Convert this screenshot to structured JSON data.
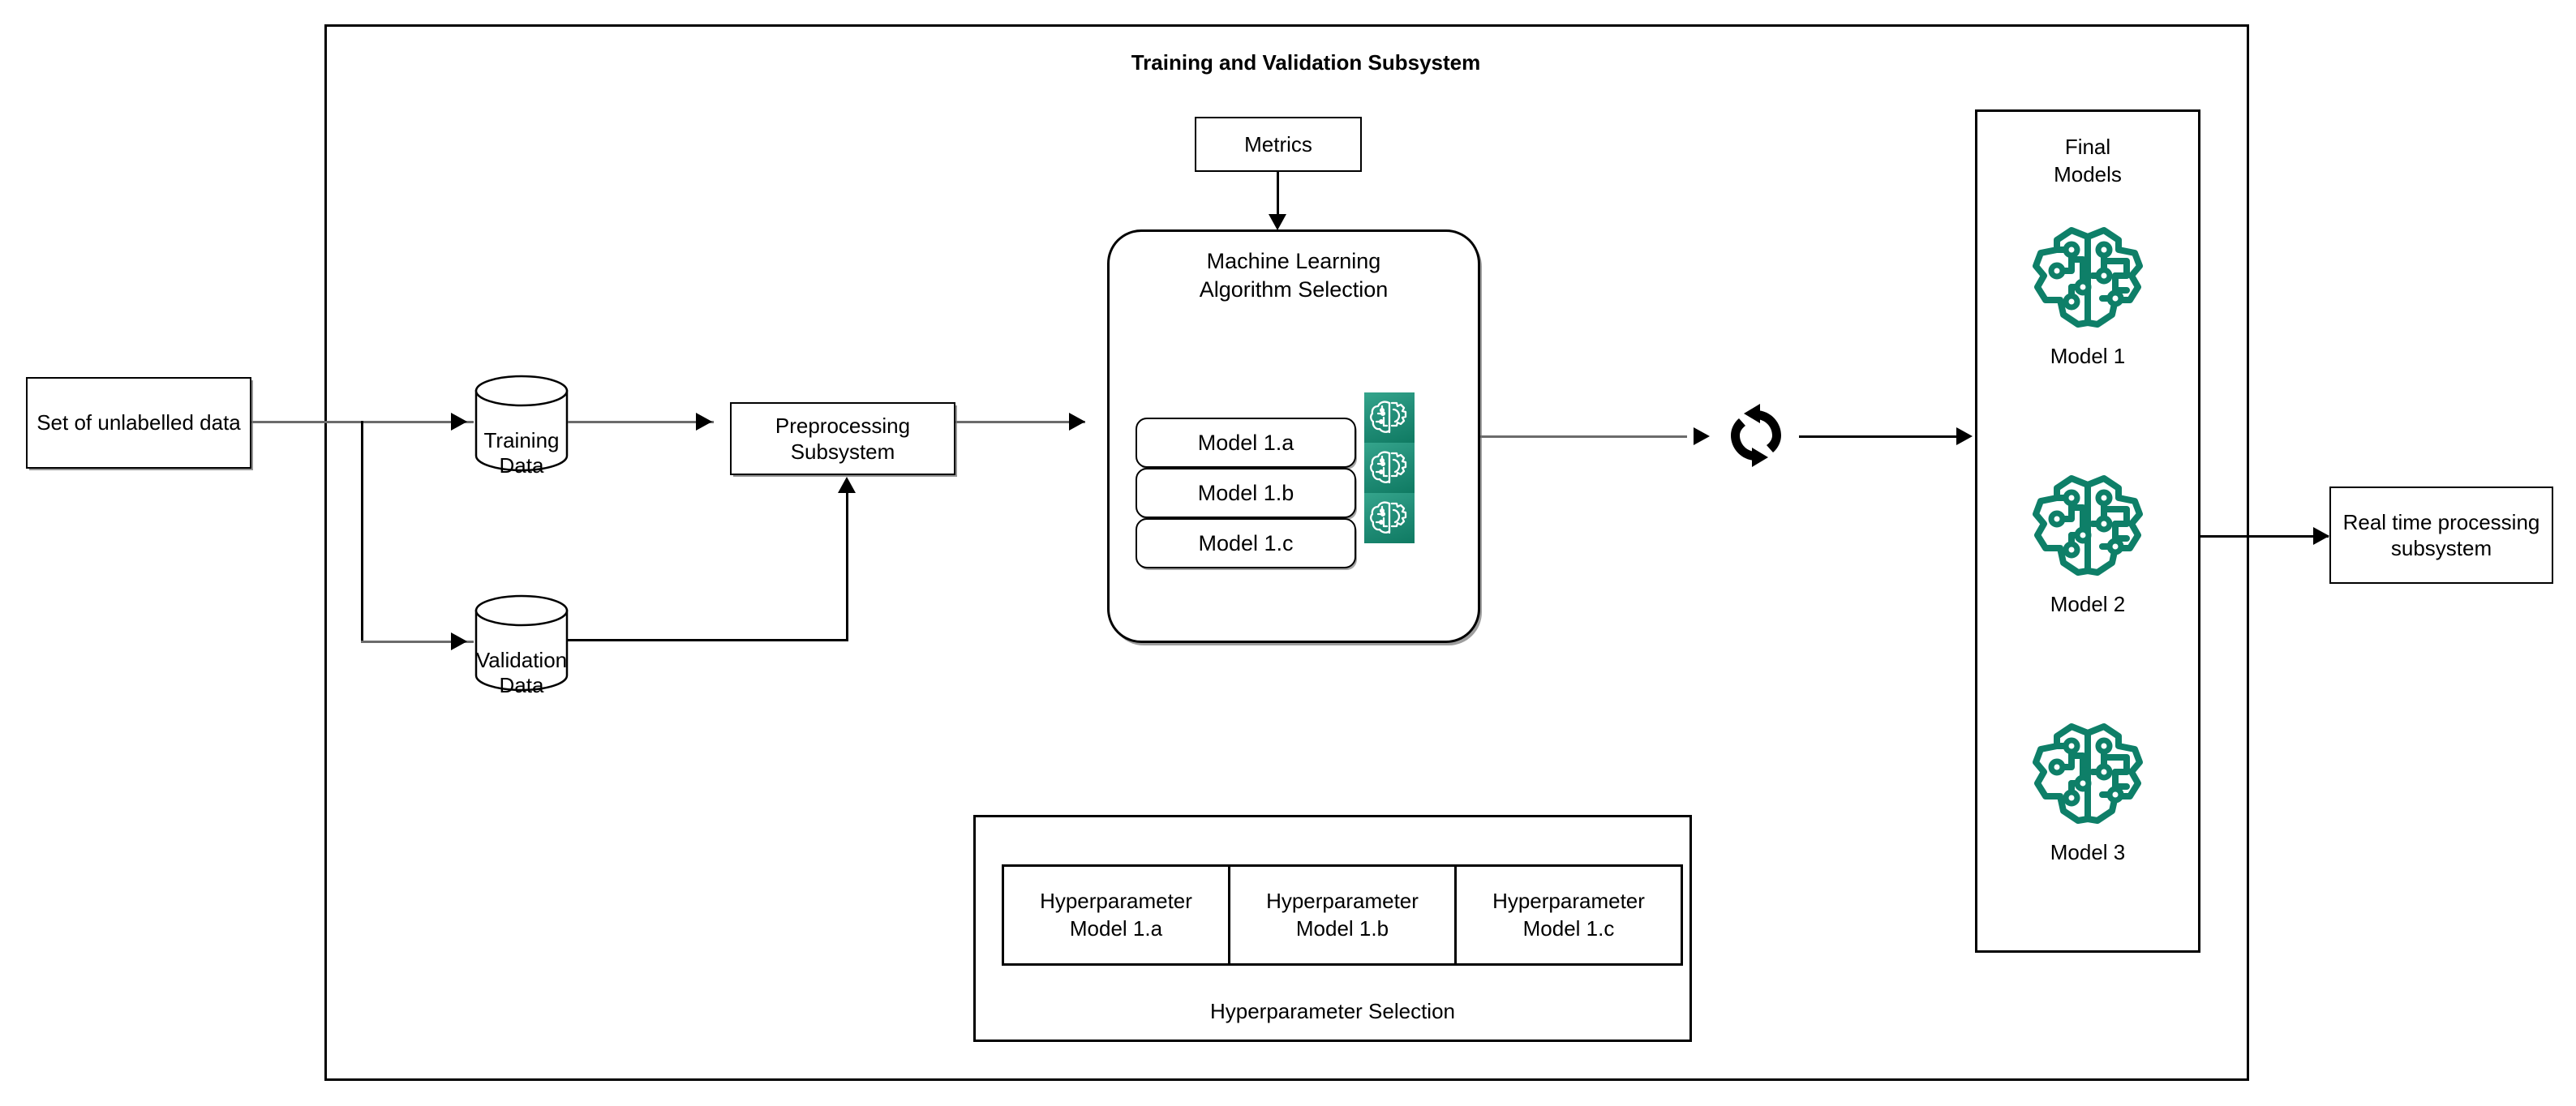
{
  "diagram": {
    "title": "Training and Validation Subsystem",
    "subsystem_frame_name": "Training and Validation Subsystem frame"
  },
  "inputs": {
    "unlabelled_data": "Set of unlabelled data"
  },
  "datastores": [
    {
      "label": "Training Data"
    },
    {
      "label": "Validation Data"
    }
  ],
  "preprocessing": {
    "label": "Preprocessing\nSubsystem"
  },
  "metrics": {
    "label": "Metrics"
  },
  "ml_selection": {
    "title": "Machine Learning\nAlgorithm Selection",
    "models": [
      {
        "label": "Model 1.a"
      },
      {
        "label": "Model 1.b"
      },
      {
        "label": "Model 1.c"
      }
    ],
    "icon_name": "brain-gear-icon",
    "icon_count": 3
  },
  "sync": {
    "icon_name": "refresh-cycle-icon"
  },
  "final_models": {
    "title": "Final\nModels",
    "items": [
      {
        "label": "Model 1",
        "icon_name": "brain-circuit-icon"
      },
      {
        "label": "Model 2",
        "icon_name": "brain-circuit-icon"
      },
      {
        "label": "Model 3",
        "icon_name": "brain-circuit-icon"
      }
    ]
  },
  "hyperparameter": {
    "caption": "Hyperparameter Selection",
    "cells": [
      {
        "label": "Hyperparameter\nModel 1.a"
      },
      {
        "label": "Hyperparameter\nModel 1.b"
      },
      {
        "label": "Hyperparameter\nModel 1.c"
      }
    ]
  },
  "outputs": {
    "realtime": "Real time processing\nsubsystem"
  },
  "colors": {
    "brain_teal": "#0e7f68",
    "tile_teal_light": "#35a58c",
    "tile_teal_dark": "#0f7a62",
    "stroke": "#000000",
    "connector_gray": "#6b6b6b",
    "background": "#ffffff"
  }
}
